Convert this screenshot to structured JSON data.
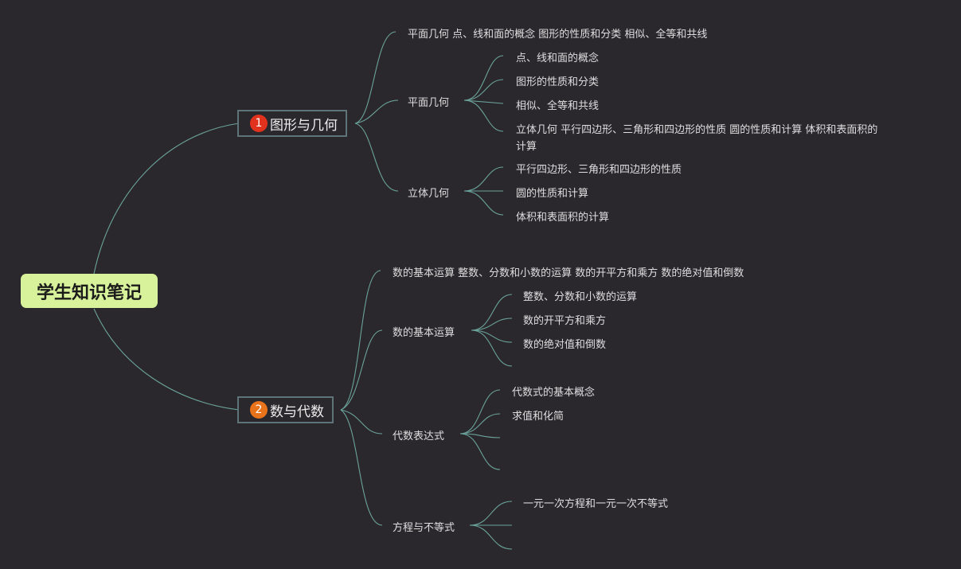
{
  "root": {
    "label": "学生知识笔记"
  },
  "branches": [
    {
      "label": "图形与几何",
      "badge": "1",
      "badge_color": "#e0321c",
      "summary": "平面几何 点、线和面的概念 图形的性质和分类 相似、全等和共线",
      "groups": [
        {
          "label": "平面几何",
          "items": [
            "点、线和面的概念",
            "图形的性质和分类",
            "相似、全等和共线",
            "立体几何 平行四边形、三角形和四边形的性质 圆的性质和计算 体积和表面积的",
            "计算"
          ]
        },
        {
          "label": "立体几何",
          "items": [
            "平行四边形、三角形和四边形的性质",
            "圆的性质和计算",
            "体积和表面积的计算"
          ]
        }
      ]
    },
    {
      "label": "数与代数",
      "badge": "2",
      "badge_color": "#e9731b",
      "summary": "数的基本运算 整数、分数和小数的运算 数的开平方和乘方 数的绝对值和倒数",
      "groups": [
        {
          "label": "数的基本运算",
          "items": [
            "整数、分数和小数的运算",
            "数的开平方和乘方",
            "数的绝对值和倒数"
          ]
        },
        {
          "label": "代数表达式",
          "items": [
            "代数式的基本概念",
            "求值和化简"
          ]
        },
        {
          "label": "方程与不等式",
          "items": [
            "一元一次方程和一元一次不等式"
          ]
        }
      ]
    }
  ],
  "colors": {
    "background": "#2b282d",
    "link": "#6aa39b",
    "root_fill": "#d7f29a",
    "node_border": "#5f7479"
  }
}
